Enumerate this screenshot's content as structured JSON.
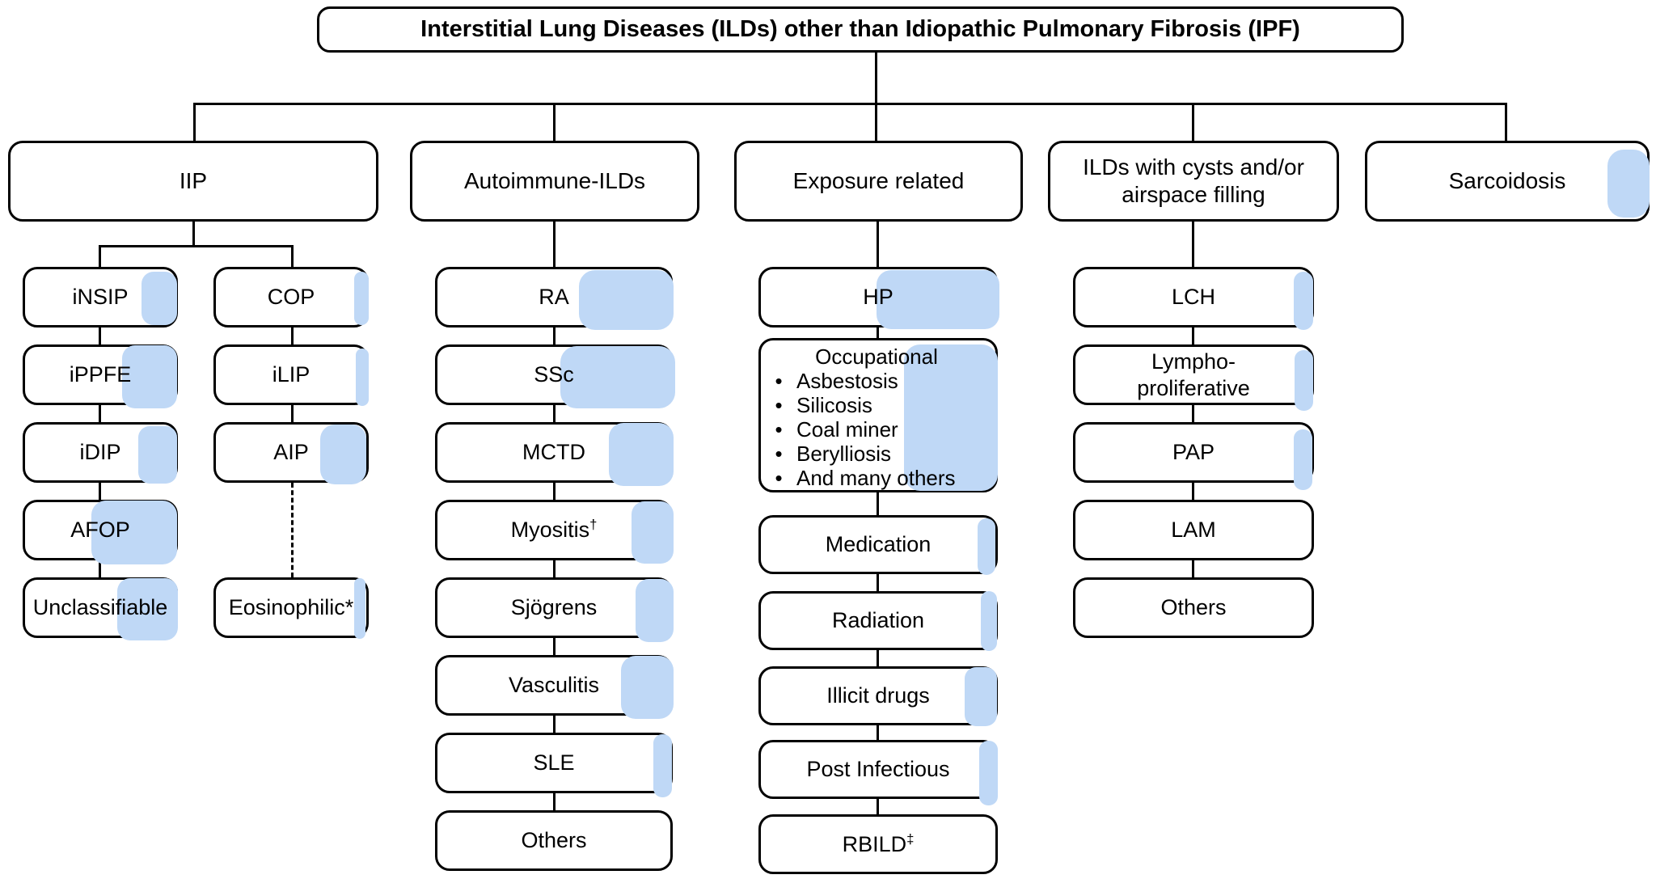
{
  "colors": {
    "highlight": "#bfd8f6",
    "line": "#000000",
    "node_background": "#ffffff"
  },
  "root": {
    "label": "Interstitial Lung Diseases (ILDs) other than Idiopathic Pulmonary Fibrosis (IPF)"
  },
  "branches": {
    "iip": {
      "label": "IIP",
      "left_children": [
        "iNSIP",
        "iPPFE",
        "iDIP",
        "AFOP",
        "Unclassifiable"
      ],
      "right_children": [
        "COP",
        "iLIP",
        "AIP"
      ],
      "dashed_child": "Eosinophilic*"
    },
    "autoimmune": {
      "label": "Autoimmune-ILDs",
      "children": [
        "RA",
        "SSc",
        "MCTD",
        "Myositis",
        "Sjögrens",
        "Vasculitis",
        "SLE",
        "Others"
      ],
      "myositis_superscript": "†"
    },
    "exposure": {
      "label": "Exposure related",
      "hp_label": "HP",
      "occupational": {
        "heading": "Occupational",
        "bullet": "•",
        "bullets": [
          "Asbestosis",
          "Silicosis",
          "Coal miner",
          "Berylliosis",
          "And many others"
        ]
      },
      "children": [
        "Medication",
        "Radiation",
        "Illicit drugs",
        "Post Infectious",
        "RBILD"
      ],
      "rbild_superscript": "‡"
    },
    "cysts": {
      "label": "ILDs with cysts and/or\nairspace filling",
      "children": [
        "LCH",
        "Lympho-\nproliferative",
        "PAP",
        "LAM",
        "Others"
      ]
    },
    "sarcoidosis": {
      "label": "Sarcoidosis"
    }
  }
}
